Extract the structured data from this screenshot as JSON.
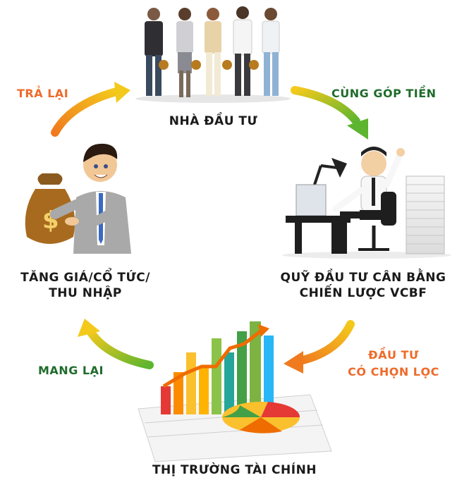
{
  "nodes": {
    "investors": "NHÀ ĐẦU TƯ",
    "fund_line1": "QUỸ ĐẦU TƯ CÂN BẰNG",
    "fund_line2": "CHIẾN LƯỢC VCBF",
    "market": "THỊ TRƯỜNG TÀI CHÍNH",
    "returns_line1": "TĂNG GIÁ/CỔ TỨC/",
    "returns_line2": "THU NHẬP"
  },
  "flows": {
    "contribute": "CÙNG GÓP TIỀN",
    "invest_line1": "ĐẦU TƯ",
    "invest_line2": "CÓ CHỌN LỌC",
    "bring": "MANG LẠI",
    "return": "TRẢ LẠI"
  },
  "colors": {
    "green_label": "#1f6b2c",
    "orange_label": "#ee6a2a",
    "arrow_start": "#f2c21b",
    "arrow_green": "#6cba2e",
    "arrow_orange": "#f07a1e"
  }
}
